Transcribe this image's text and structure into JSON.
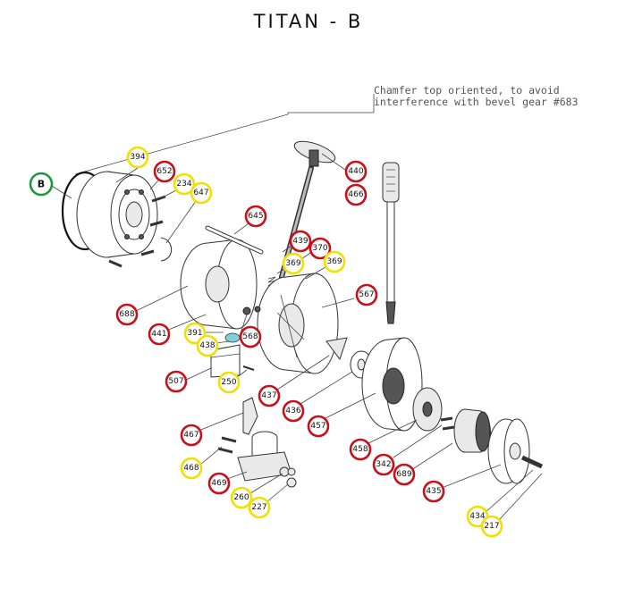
{
  "title": "TITAN - B",
  "note": {
    "line1": "Chamfer top oriented, to avoid",
    "line2": "interference with bevel gear #683"
  },
  "colors": {
    "red": "#c8101a",
    "yellow": "#f0e000",
    "green": "#1a9a3a"
  },
  "callouts": [
    {
      "label": "394",
      "color": "yellow"
    },
    {
      "label": "652",
      "color": "red"
    },
    {
      "label": "234",
      "color": "yellow"
    },
    {
      "label": "647",
      "color": "yellow"
    },
    {
      "label": "B",
      "color": "green"
    },
    {
      "label": "440",
      "color": "red"
    },
    {
      "label": "466",
      "color": "red"
    },
    {
      "label": "645",
      "color": "red"
    },
    {
      "label": "439",
      "color": "red"
    },
    {
      "label": "370",
      "color": "red"
    },
    {
      "label": "369",
      "color": "yellow"
    },
    {
      "label": "369",
      "color": "yellow"
    },
    {
      "label": "567",
      "color": "red"
    },
    {
      "label": "688",
      "color": "red"
    },
    {
      "label": "441",
      "color": "red"
    },
    {
      "label": "391",
      "color": "yellow"
    },
    {
      "label": "438",
      "color": "yellow"
    },
    {
      "label": "568",
      "color": "red"
    },
    {
      "label": "507",
      "color": "red"
    },
    {
      "label": "250",
      "color": "yellow"
    },
    {
      "label": "437",
      "color": "red"
    },
    {
      "label": "436",
      "color": "red"
    },
    {
      "label": "457",
      "color": "red"
    },
    {
      "label": "467",
      "color": "red"
    },
    {
      "label": "458",
      "color": "red"
    },
    {
      "label": "342",
      "color": "red"
    },
    {
      "label": "689",
      "color": "red"
    },
    {
      "label": "468",
      "color": "yellow"
    },
    {
      "label": "469",
      "color": "red"
    },
    {
      "label": "260",
      "color": "yellow"
    },
    {
      "label": "227",
      "color": "yellow"
    },
    {
      "label": "435",
      "color": "red"
    },
    {
      "label": "434",
      "color": "yellow"
    },
    {
      "label": "217",
      "color": "yellow"
    }
  ]
}
